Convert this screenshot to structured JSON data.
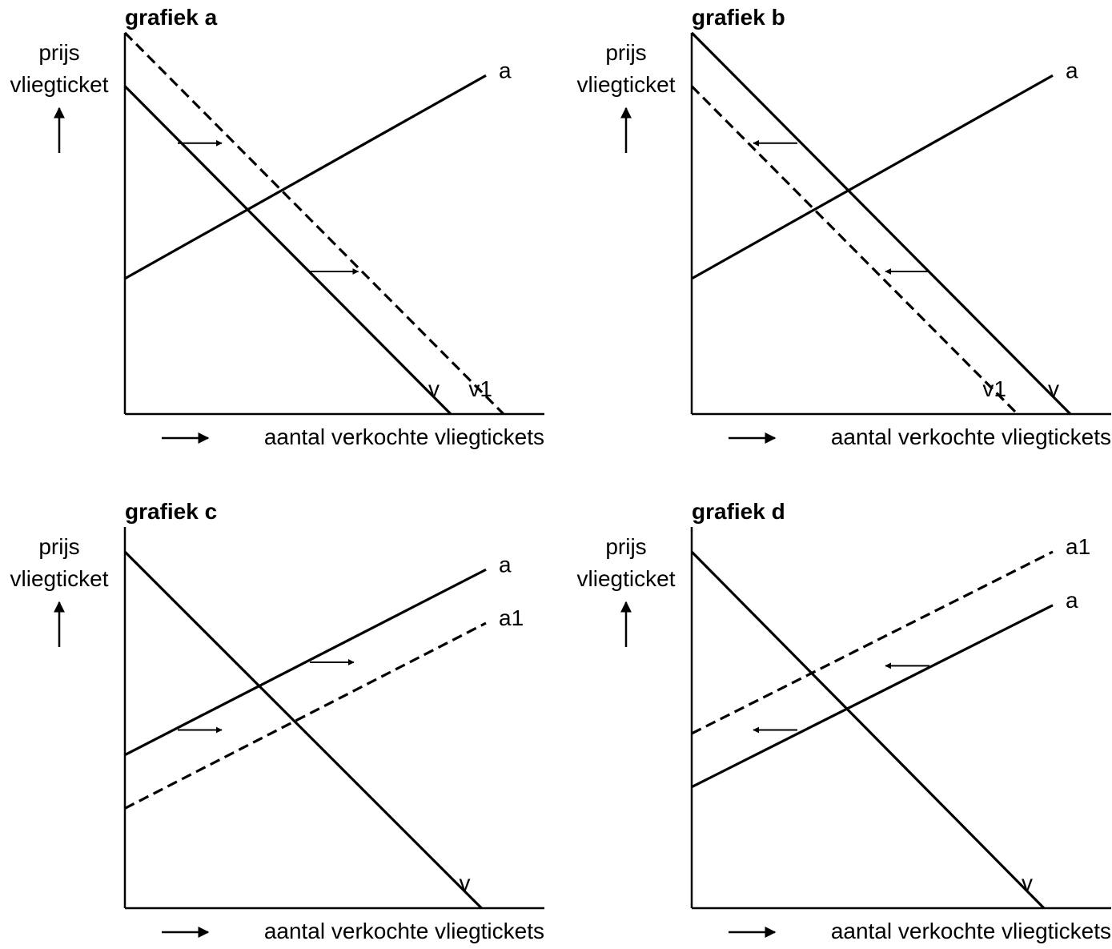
{
  "colors": {
    "line": "#000000",
    "background": "#ffffff"
  },
  "panels": [
    {
      "title": "grafiek a",
      "y_label": [
        "prijs",
        "vliegticket"
      ],
      "x_label": "aantal verkochte vliegtickets",
      "curves": [
        {
          "label": "a",
          "style": "solid",
          "from": [
            0,
            38
          ],
          "to": [
            82,
            95
          ]
        },
        {
          "label": "v",
          "style": "solid",
          "from": [
            0,
            92
          ],
          "to": [
            74,
            0
          ]
        },
        {
          "label": "v1",
          "style": "dashed",
          "from": [
            0,
            107
          ],
          "to": [
            86,
            0
          ]
        }
      ],
      "shift_arrows": [
        {
          "from": [
            12,
            76
          ],
          "to": [
            22,
            76
          ]
        },
        {
          "from": [
            42,
            40
          ],
          "to": [
            53,
            40
          ]
        }
      ]
    },
    {
      "title": "grafiek b",
      "y_label": [
        "prijs",
        "vliegticket"
      ],
      "x_label": "aantal verkochte vliegtickets",
      "curves": [
        {
          "label": "a",
          "style": "solid",
          "from": [
            0,
            38
          ],
          "to": [
            82,
            95
          ]
        },
        {
          "label": "v",
          "style": "solid",
          "from": [
            0,
            107
          ],
          "to": [
            86,
            0
          ]
        },
        {
          "label": "v1",
          "style": "dashed",
          "from": [
            0,
            92
          ],
          "to": [
            74,
            0
          ]
        }
      ],
      "shift_arrows": [
        {
          "from": [
            24,
            76
          ],
          "to": [
            14,
            76
          ]
        },
        {
          "from": [
            54,
            40
          ],
          "to": [
            44,
            40
          ]
        }
      ]
    },
    {
      "title": "grafiek c",
      "y_label": [
        "prijs",
        "vliegticket"
      ],
      "x_label": "aantal verkochte vliegtickets",
      "curves": [
        {
          "label": "a",
          "style": "solid",
          "from": [
            0,
            43
          ],
          "to": [
            82,
            95
          ]
        },
        {
          "label": "a1",
          "style": "dashed",
          "from": [
            0,
            28
          ],
          "to": [
            82,
            80
          ]
        },
        {
          "label": "v",
          "style": "solid",
          "from": [
            0,
            100
          ],
          "to": [
            81,
            0
          ]
        }
      ],
      "shift_arrows": [
        {
          "from": [
            42,
            69
          ],
          "to": [
            52,
            69
          ]
        },
        {
          "from": [
            12,
            50
          ],
          "to": [
            22,
            50
          ]
        }
      ]
    },
    {
      "title": "grafiek d",
      "y_label": [
        "prijs",
        "vliegticket"
      ],
      "x_label": "aantal verkochte vliegtickets",
      "curves": [
        {
          "label": "a1",
          "style": "dashed",
          "from": [
            0,
            49
          ],
          "to": [
            82,
            100
          ]
        },
        {
          "label": "a",
          "style": "solid",
          "from": [
            0,
            34
          ],
          "to": [
            82,
            85
          ]
        },
        {
          "label": "v",
          "style": "solid",
          "from": [
            0,
            100
          ],
          "to": [
            80,
            0
          ]
        }
      ],
      "shift_arrows": [
        {
          "from": [
            54,
            68
          ],
          "to": [
            44,
            68
          ]
        },
        {
          "from": [
            24,
            50
          ],
          "to": [
            14,
            50
          ]
        }
      ]
    }
  ]
}
